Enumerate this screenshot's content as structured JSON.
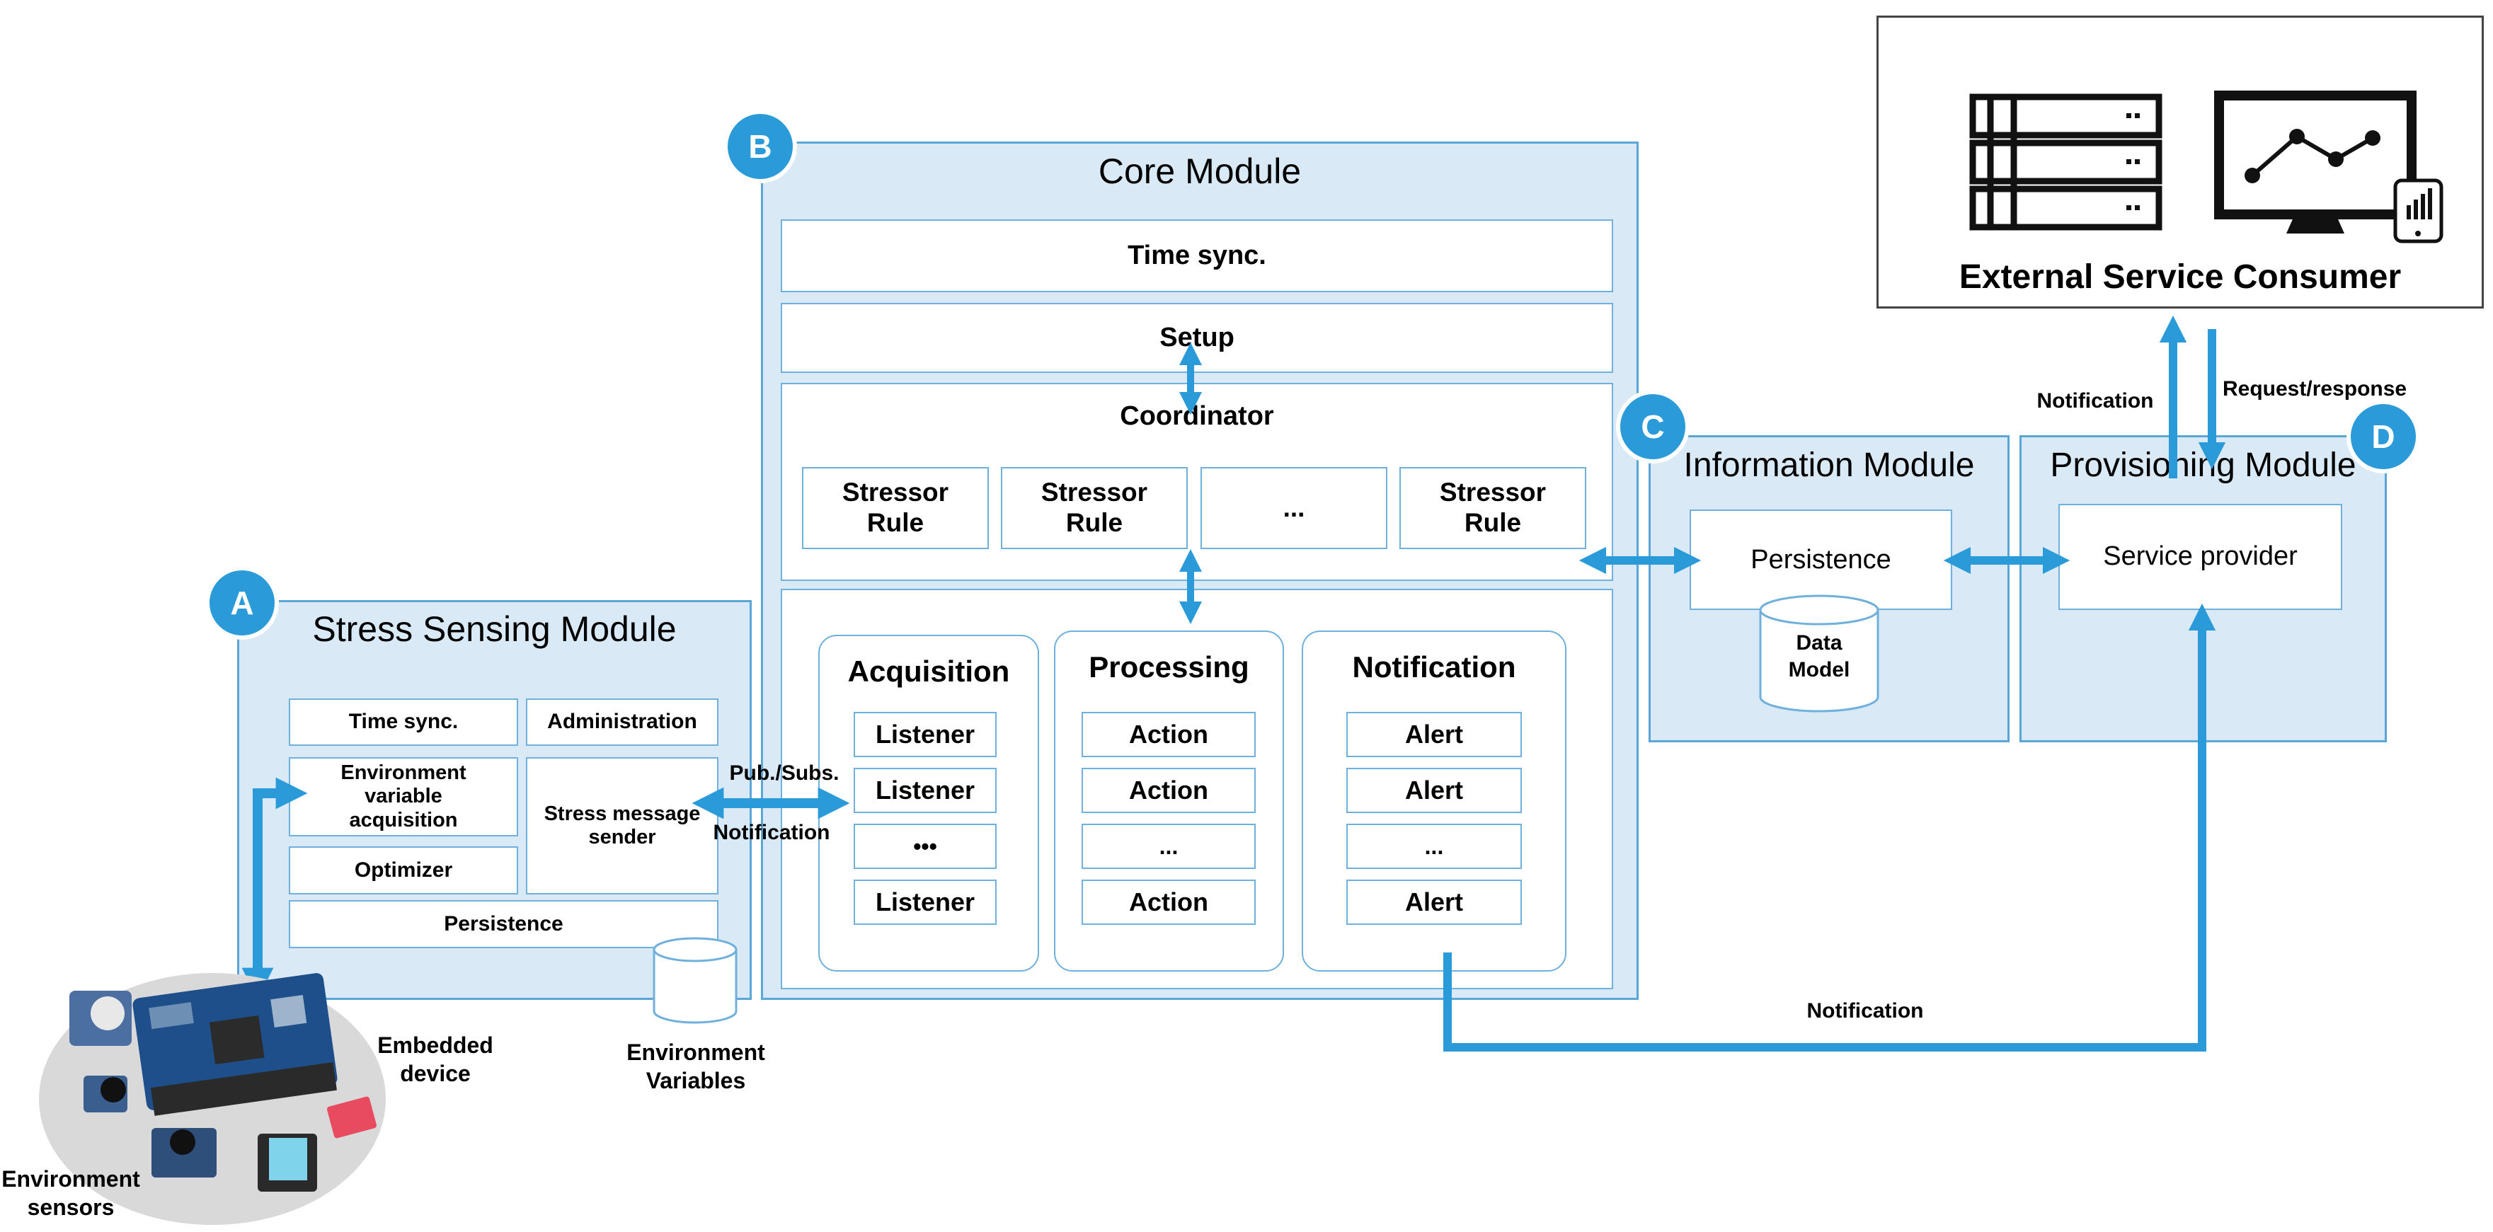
{
  "badges": {
    "a": "A",
    "b": "B",
    "c": "C",
    "d": "D"
  },
  "stress_module": {
    "title": "Stress Sensing Module",
    "time_sync": "Time sync.",
    "administration": "Administration",
    "env_acquisition": "Environment variable acquisition",
    "stress_sender": "Stress message sender",
    "optimizer": "Optimizer",
    "persistence": "Persistence"
  },
  "environment_variables_label": "Environment Variables",
  "embedded_device_label": "Embedded device",
  "environment_sensors_label": "Environment sensors",
  "pubsub_label": "Pub./Subs.",
  "notification_left_label": "Notification",
  "core_module": {
    "title": "Core Module",
    "time_sync": "Time sync.",
    "setup": "Setup",
    "coordinator": "Coordinator",
    "rules": [
      "Stressor Rule",
      "Stressor Rule",
      "...",
      "Stressor Rule"
    ],
    "acquisition": {
      "title": "Acquisition",
      "items": [
        "Listener",
        "Listener",
        "•••",
        "Listener"
      ]
    },
    "processing": {
      "title": "Processing",
      "items": [
        "Action",
        "Action",
        "...",
        "Action"
      ]
    },
    "notification": {
      "title": "Notification",
      "items": [
        "Alert",
        "Alert",
        "...",
        "Alert"
      ]
    }
  },
  "information_module": {
    "title": "Information Module",
    "persistence": "Persistence",
    "data_model": "Data Model"
  },
  "provisioning_module": {
    "title": "Provisioning Module",
    "service_provider": "Service provider"
  },
  "external_consumer": {
    "title": "External Service Consumer"
  },
  "notification_top_label": "Notification",
  "request_response_label": "Request/response",
  "notification_bottom_label": "Notification",
  "colors": {
    "accent": "#2a9bd8",
    "panel": "#d9eaf6",
    "border": "#5aa6d6"
  }
}
